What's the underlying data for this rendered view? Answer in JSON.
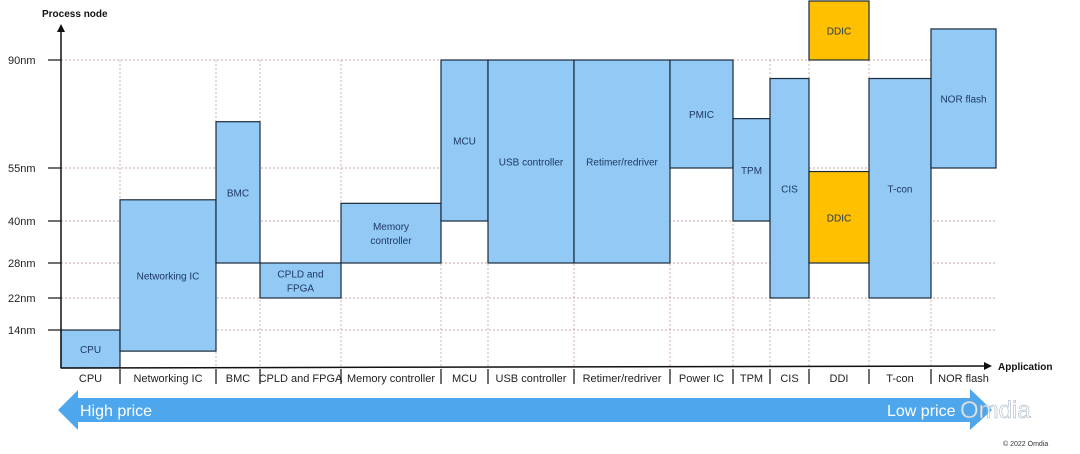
{
  "chart_data": {
    "type": "range-bar",
    "title": "",
    "ylabel": "Process node",
    "xlabel": "Application",
    "y_ticks": [
      "90nm",
      "55nm",
      "40nm",
      "28nm",
      "22nm",
      "14nm"
    ],
    "categories": [
      "CPU",
      "Networking IC",
      "BMC",
      "CPLD and FPGA",
      "Memory controller",
      "MCU",
      "USB controller",
      "Retimer/redriver",
      "Power IC",
      "TPM",
      "CIS",
      "DDI",
      "T-con",
      "NOR flash"
    ],
    "boxes": [
      {
        "label": "CPU",
        "category": "CPU",
        "low_nm": 5,
        "high_nm": 14,
        "color": "#92c9f5"
      },
      {
        "label": "Networking IC",
        "category": "Networking IC",
        "low_nm": 9,
        "high_nm": 46,
        "color": "#92c9f5"
      },
      {
        "label": "BMC",
        "category": "BMC",
        "low_nm": 28,
        "high_nm": 70,
        "color": "#92c9f5"
      },
      {
        "label": "CPLD and\nFPGA",
        "category": "CPLD and FPGA",
        "low_nm": 22,
        "high_nm": 28,
        "color": "#92c9f5"
      },
      {
        "label": "Memory\ncontroller",
        "category": "Memory controller",
        "low_nm": 28,
        "high_nm": 45,
        "color": "#92c9f5"
      },
      {
        "label": "MCU",
        "category": "MCU",
        "low_nm": 40,
        "high_nm": 90,
        "color": "#92c9f5"
      },
      {
        "label": "USB controller",
        "category": "USB controller",
        "low_nm": 28,
        "high_nm": 90,
        "color": "#92c9f5"
      },
      {
        "label": "Retimer/redriver",
        "category": "Retimer/redriver",
        "low_nm": 28,
        "high_nm": 90,
        "color": "#92c9f5"
      },
      {
        "label": "PMIC",
        "category": "Power IC",
        "low_nm": 55,
        "high_nm": 90,
        "color": "#92c9f5"
      },
      {
        "label": "TPM",
        "category": "TPM",
        "low_nm": 40,
        "high_nm": 71,
        "color": "#92c9f5"
      },
      {
        "label": "CIS",
        "category": "CIS",
        "low_nm": 22,
        "high_nm": 84,
        "color": "#92c9f5"
      },
      {
        "label": "DDIC",
        "category": "DDI",
        "low_nm": 90,
        "high_nm": 109,
        "color": "#ffc000"
      },
      {
        "label": "DDIC",
        "category": "DDI",
        "low_nm": 28,
        "high_nm": 54,
        "color": "#ffc000"
      },
      {
        "label": "T-con",
        "category": "T-con",
        "low_nm": 22,
        "high_nm": 84,
        "color": "#92c9f5"
      },
      {
        "label": "NOR flash",
        "category": "NOR flash",
        "low_nm": 55,
        "high_nm": 100,
        "color": "#92c9f5"
      }
    ],
    "price_arrow": {
      "left": "High price",
      "right": "Low price",
      "color": "#4ea7ec"
    }
  },
  "watermark": "Omdia",
  "copyright": "© 2022 Omdia"
}
